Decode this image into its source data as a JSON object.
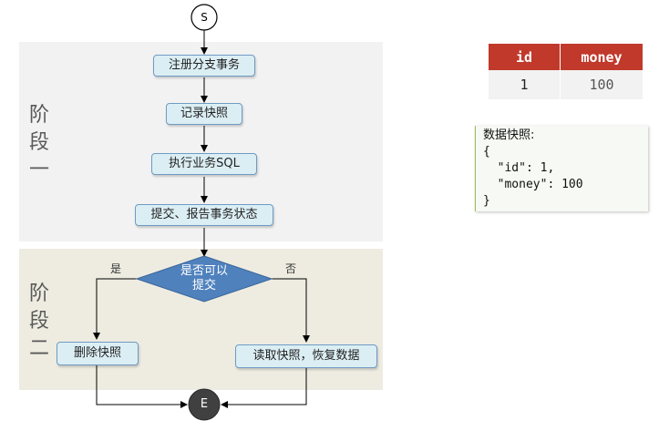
{
  "flow": {
    "start_label": "S",
    "end_label": "E",
    "stage1_label": "阶段一",
    "stage2_label": "阶段二",
    "steps": [
      "注册分支事务",
      "记录快照",
      "执行业务SQL",
      "提交、报告事务状态"
    ],
    "decision": [
      "是否可以",
      "提交"
    ],
    "yes_label": "是",
    "no_label": "否",
    "yes_action": "删除快照",
    "no_action": "读取快照，恢复数据"
  },
  "table": {
    "headers": [
      "id",
      "money"
    ],
    "row": [
      "1",
      "100"
    ]
  },
  "snapshot": {
    "title": "数据快照:",
    "lines": [
      "{",
      "  \"id\": 1,",
      "  \"money\": 100",
      "}"
    ]
  },
  "colors": {
    "header_red": "#c0392b",
    "process_fill": "#dbeef4",
    "decision_fill": "#4f81bd",
    "terminal_end": "#404040"
  }
}
